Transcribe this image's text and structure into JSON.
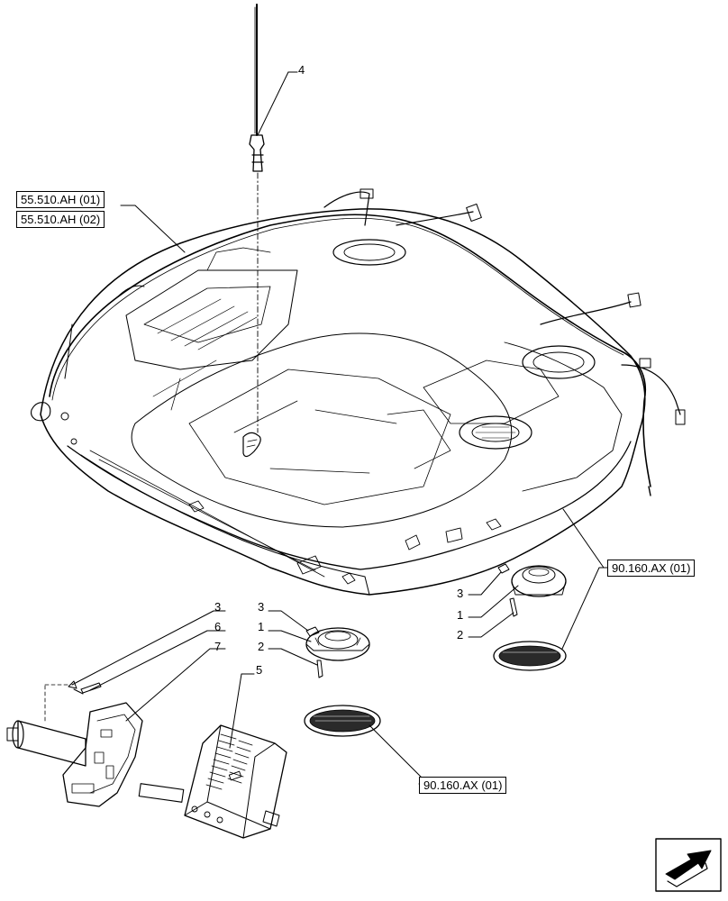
{
  "references": {
    "harness_1": "55.510.AH (01)",
    "harness_2": "55.510.AH (02)",
    "speaker_grille_right": "90.160.AX (01)",
    "speaker_grille_left": "90.160.AX (01)"
  },
  "callouts": {
    "antenna": "4",
    "left_screw_3": "3",
    "left_pin_6": "6",
    "left_bracket_7": "7",
    "center_3": "3",
    "center_1": "1",
    "center_2": "2",
    "radio_5": "5",
    "right_3": "3",
    "right_1": "1",
    "right_2": "2"
  },
  "icons": {
    "navigation": "arrow-navigation-icon"
  }
}
